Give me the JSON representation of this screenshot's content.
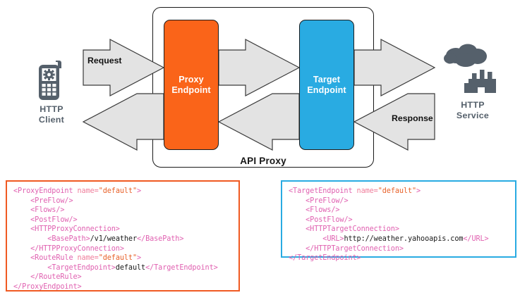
{
  "diagram": {
    "title": "API Proxy request/response flow",
    "container_label": "API Proxy",
    "colors": {
      "proxy_endpoint": "#fa6419",
      "target_endpoint": "#29abe2",
      "proxy_code_border": "#f05a22",
      "target_code_border": "#29abe2",
      "arrow_fill": "#e3e3e3",
      "arrow_stroke": "#3a3a3a",
      "icon_gray": "#55606b",
      "xml_tag": "#e060b0",
      "xml_attr": "#f07f9c",
      "xml_value": "#e8622a",
      "xml_text": "#1a1a1a"
    },
    "nodes": {
      "http_client": {
        "label_line1": "HTTP",
        "label_line2": "Client",
        "icon": "mobile-phone-gear-icon"
      },
      "http_service": {
        "label_line1": "HTTP",
        "label_line2": "Service",
        "icon": "cloud-factory-icon"
      },
      "proxy_endpoint": {
        "label_line1": "Proxy",
        "label_line2": "Endpoint"
      },
      "target_endpoint": {
        "label_line1": "Target",
        "label_line2": "Endpoint"
      }
    },
    "arrows": {
      "request": "Request",
      "response": "Response",
      "inbound_unlabeled": "",
      "outbound_unlabeled": ""
    }
  },
  "code_blocks": {
    "proxy_endpoint": {
      "accent": "#f05a22",
      "lines": [
        [
          {
            "t": "tag",
            "v": "<ProxyEndpoint "
          },
          {
            "t": "attr",
            "v": "name="
          },
          {
            "t": "val",
            "v": "\"default\""
          },
          {
            "t": "tag",
            "v": ">"
          }
        ],
        [
          {
            "t": "plain",
            "v": "    "
          },
          {
            "t": "tag",
            "v": "<PreFlow/>"
          }
        ],
        [
          {
            "t": "plain",
            "v": "    "
          },
          {
            "t": "tag",
            "v": "<Flows/>"
          }
        ],
        [
          {
            "t": "plain",
            "v": "    "
          },
          {
            "t": "tag",
            "v": "<PostFlow/>"
          }
        ],
        [
          {
            "t": "plain",
            "v": "    "
          },
          {
            "t": "tag",
            "v": "<HTTPProxyConnection>"
          }
        ],
        [
          {
            "t": "plain",
            "v": "        "
          },
          {
            "t": "tag",
            "v": "<BasePath>"
          },
          {
            "t": "text",
            "v": "/v1/weather"
          },
          {
            "t": "tag",
            "v": "</BasePath>"
          }
        ],
        [
          {
            "t": "plain",
            "v": "    "
          },
          {
            "t": "tag",
            "v": "</HTTPProxyConnection>"
          }
        ],
        [
          {
            "t": "plain",
            "v": "    "
          },
          {
            "t": "tag",
            "v": "<RouteRule "
          },
          {
            "t": "attr",
            "v": "name="
          },
          {
            "t": "val",
            "v": "\"default\""
          },
          {
            "t": "tag",
            "v": ">"
          }
        ],
        [
          {
            "t": "plain",
            "v": "        "
          },
          {
            "t": "tag",
            "v": "<TargetEndpoint>"
          },
          {
            "t": "text",
            "v": "default"
          },
          {
            "t": "tag",
            "v": "</TargetEndpoint>"
          }
        ],
        [
          {
            "t": "plain",
            "v": "    "
          },
          {
            "t": "tag",
            "v": "</RouteRule>"
          }
        ],
        [
          {
            "t": "tag",
            "v": "</ProxyEndpoint>"
          }
        ]
      ]
    },
    "target_endpoint": {
      "accent": "#29abe2",
      "lines": [
        [
          {
            "t": "tag",
            "v": "<TargetEndpoint "
          },
          {
            "t": "attr",
            "v": "name="
          },
          {
            "t": "val",
            "v": "\"default\""
          },
          {
            "t": "tag",
            "v": ">"
          }
        ],
        [
          {
            "t": "plain",
            "v": "    "
          },
          {
            "t": "tag",
            "v": "<PreFlow/>"
          }
        ],
        [
          {
            "t": "plain",
            "v": "    "
          },
          {
            "t": "tag",
            "v": "<Flows/>"
          }
        ],
        [
          {
            "t": "plain",
            "v": "    "
          },
          {
            "t": "tag",
            "v": "<PostFlow/>"
          }
        ],
        [
          {
            "t": "plain",
            "v": "    "
          },
          {
            "t": "tag",
            "v": "<HTTPTargetConnection>"
          }
        ],
        [
          {
            "t": "plain",
            "v": "        "
          },
          {
            "t": "tag",
            "v": "<URL>"
          },
          {
            "t": "text",
            "v": "http://weather.yahooapis.com"
          },
          {
            "t": "tag",
            "v": "</URL>"
          }
        ],
        [
          {
            "t": "plain",
            "v": "    "
          },
          {
            "t": "tag",
            "v": "</HTTPTargetConnection>"
          }
        ],
        [
          {
            "t": "tag",
            "v": "</TargetEndpoint>"
          }
        ]
      ]
    }
  }
}
